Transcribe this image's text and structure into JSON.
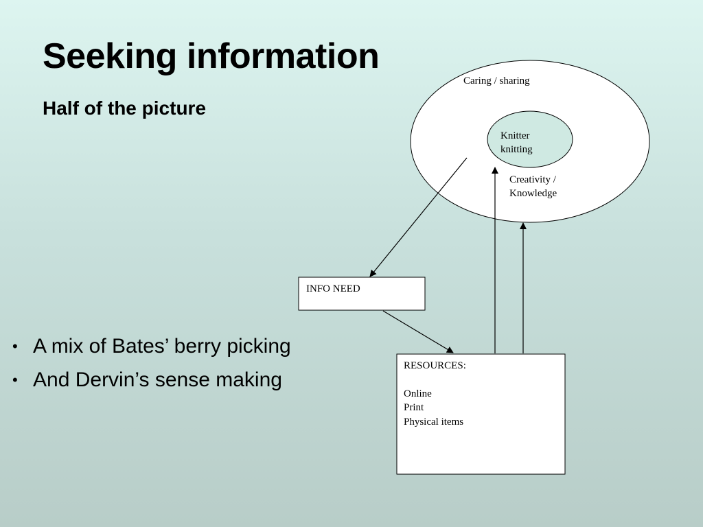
{
  "slide": {
    "title": "Seeking information",
    "subtitle": "Half of the picture"
  },
  "bullets": [
    {
      "marker": "•",
      "text": "A mix of Bates’ berry picking"
    },
    {
      "marker": "•",
      "text": "And Dervin’s sense making"
    }
  ],
  "diagram": {
    "outer_ellipse_label": "Caring / sharing",
    "inner_ellipse_lines": [
      "Knitter",
      "knitting"
    ],
    "creativity_lines": [
      "Creativity /",
      "Knowledge"
    ],
    "info_need_label": "INFO NEED",
    "resources": {
      "heading": "RESOURCES:",
      "items": [
        "Online",
        "Print",
        "Physical items"
      ]
    }
  }
}
